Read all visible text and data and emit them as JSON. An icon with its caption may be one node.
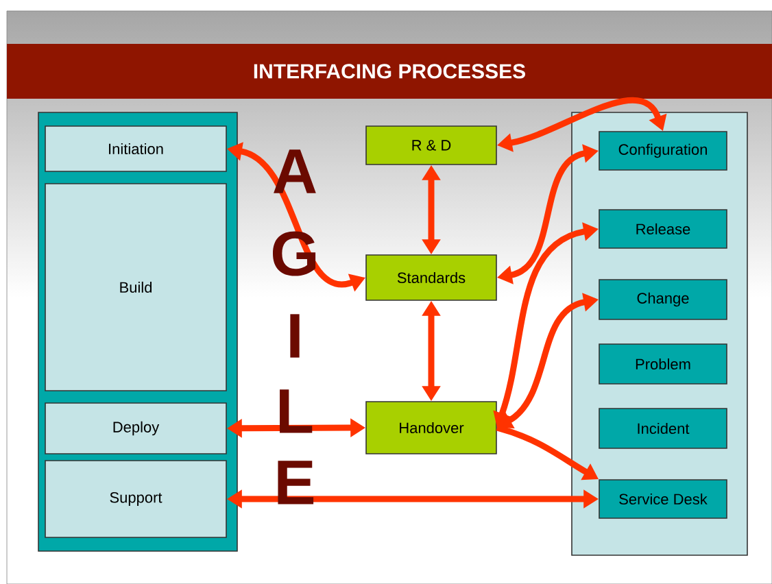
{
  "diagram": {
    "title": "INTERFACING PROCESSES",
    "nodes": [
      {
        "text": [],
        "shape": "box"
      },
      {
        "text": [
          "Initiation"
        ],
        "in": 0
      },
      {
        "text": [
          "Build"
        ],
        "in": 0
      },
      {
        "text": [
          "Deploy"
        ],
        "in": 0
      },
      {
        "text": [
          "Support"
        ],
        "in": 0
      },
      {
        "text": [
          "R & D"
        ]
      },
      {
        "text": [
          "Standards"
        ]
      },
      {
        "text": [
          "Handover"
        ]
      },
      {
        "text": [],
        "shape": "box"
      },
      {
        "text": [
          "Configuration"
        ],
        "in": 8
      },
      {
        "text": [
          "Release"
        ],
        "in": 8
      },
      {
        "text": [
          "Change"
        ],
        "in": 8
      },
      {
        "text": [
          "Problem"
        ],
        "in": 8
      },
      {
        "text": [
          "Incident"
        ],
        "in": 8
      },
      {
        "text": [
          "Service Desk"
        ],
        "in": 8
      }
    ],
    "edges": [
      {
        "from": 1,
        "to": 6,
        "arrow": "both"
      },
      {
        "from": 5,
        "to": 6,
        "arrow": "both"
      },
      {
        "from": 6,
        "to": 7,
        "arrow": "both"
      },
      {
        "from": 9,
        "to": 5,
        "arrow": "both"
      },
      {
        "from": 6,
        "to": 9,
        "arrow": "both"
      },
      {
        "from": 10,
        "to": 7,
        "arrow": "both"
      },
      {
        "from": 11,
        "to": 7,
        "arrow": "both"
      },
      {
        "from": 7,
        "to": 14,
        "arrow": "to"
      },
      {
        "from": 3,
        "to": 7,
        "arrow": "both"
      },
      {
        "from": 4,
        "to": 14,
        "arrow": "both"
      }
    ],
    "labels": [
      "A",
      "G",
      "I",
      "L",
      "E"
    ]
  }
}
